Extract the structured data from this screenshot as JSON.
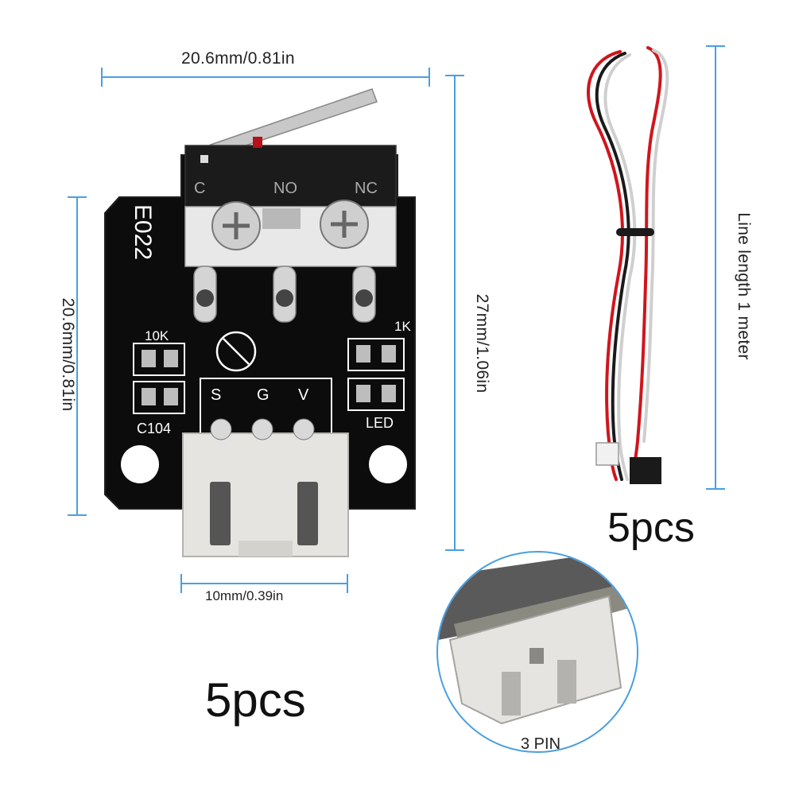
{
  "dimensions": {
    "top_width": "20.6mm/0.81in",
    "left_height": "20.6mm/0.81in",
    "right_height": "27mm/1.06in",
    "connector_width": "10mm/0.39in",
    "cable_length": "Line length 1 meter"
  },
  "switch_labels": {
    "c": "C",
    "no": "NO",
    "nc": "NC"
  },
  "pcb_labels": {
    "model": "E022",
    "r1": "10K",
    "r2": "1K",
    "cap": "C104",
    "led": "LED",
    "s": "S",
    "g": "G",
    "v": "V"
  },
  "quantities": {
    "board": "5pcs",
    "cable": "5pcs"
  },
  "connector_callout": "3 PIN",
  "colors": {
    "dimension_line": "#4a9fe0",
    "pcb": "#0c0c0c",
    "connector": "#e6e4e0",
    "wire_red": "#d0151c",
    "wire_white": "#f2f2f2",
    "wire_black": "#1a1a1a"
  }
}
